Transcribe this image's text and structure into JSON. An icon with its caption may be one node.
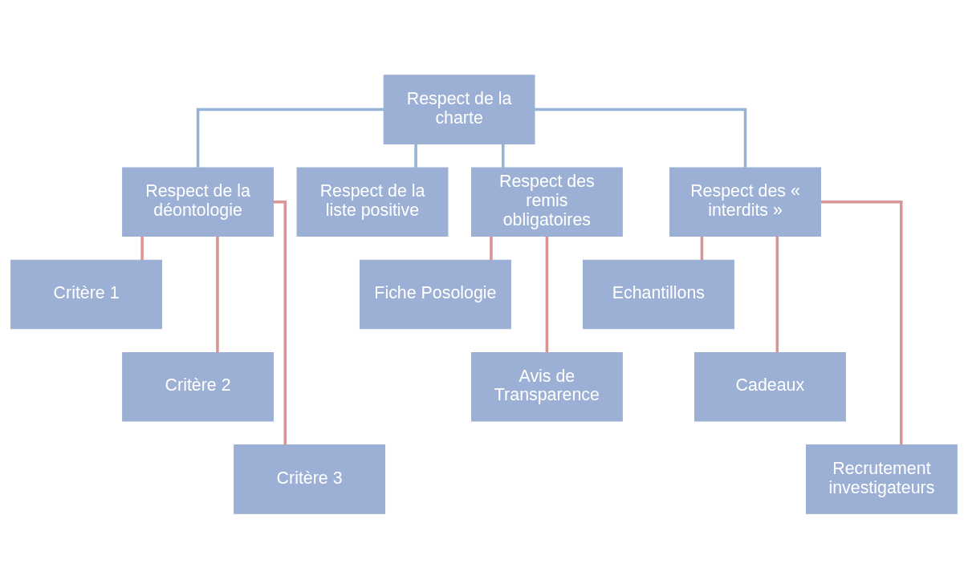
{
  "diagram": {
    "nodes": [
      {
        "text": [
          "Respect de la charte"
        ]
      },
      {
        "text": [
          "Respect de la déontologie"
        ]
      },
      {
        "text": [
          "Respect de la liste positive"
        ]
      },
      {
        "text": [
          "Respect des remis obligatoires"
        ]
      },
      {
        "text": [
          "Respect des « interdits »"
        ]
      },
      {
        "text": [
          "Critère 1"
        ]
      },
      {
        "text": [
          "Critère 2"
        ]
      },
      {
        "text": [
          "Critère 3"
        ]
      },
      {
        "text": [
          "Fiche Posologie"
        ]
      },
      {
        "text": [
          "Avis de Transparence"
        ]
      },
      {
        "text": [
          "Echantillons"
        ]
      },
      {
        "text": [
          "Cadeaux"
        ]
      },
      {
        "text": [
          "Recrutement investigateurs"
        ]
      }
    ],
    "edges": [
      {
        "from": 0,
        "to": 1,
        "arrow": "none",
        "color": "#95b3d7"
      },
      {
        "from": 0,
        "to": 2,
        "arrow": "none",
        "color": "#95b3d7"
      },
      {
        "from": 0,
        "to": 3,
        "arrow": "none",
        "color": "#95b3d7"
      },
      {
        "from": 0,
        "to": 4,
        "arrow": "none",
        "color": "#95b3d7"
      },
      {
        "from": 1,
        "to": 5,
        "arrow": "none"
      },
      {
        "from": 1,
        "to": 6,
        "arrow": "none"
      },
      {
        "from": 1,
        "to": 7,
        "arrow": "none"
      },
      {
        "from": 3,
        "to": 8,
        "arrow": "none"
      },
      {
        "from": 3,
        "to": 9,
        "arrow": "none"
      },
      {
        "from": 4,
        "to": 10,
        "arrow": "none"
      },
      {
        "from": 4,
        "to": 11,
        "arrow": "none"
      },
      {
        "from": 4,
        "to": 12,
        "arrow": "none"
      }
    ]
  }
}
